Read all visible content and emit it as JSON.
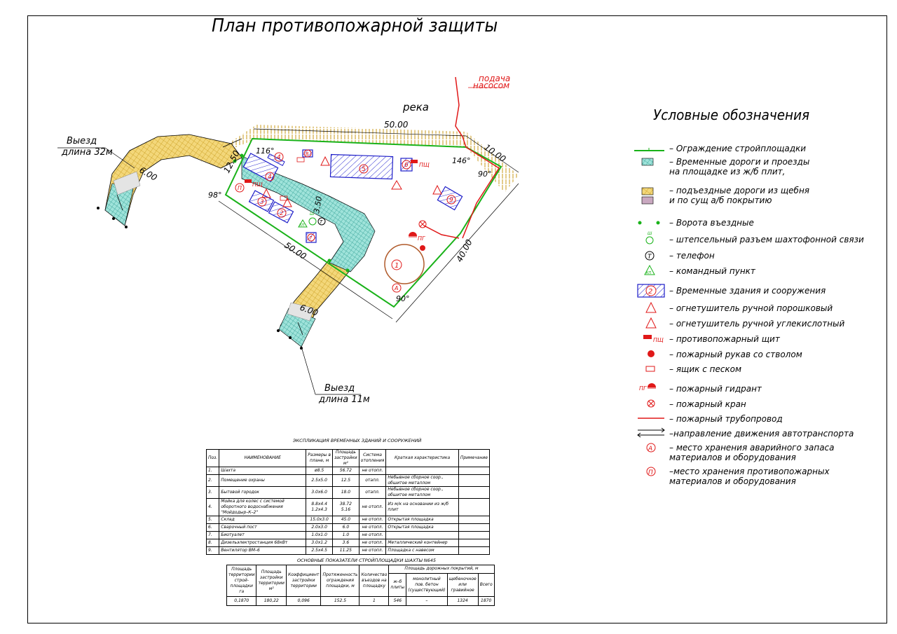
{
  "title": "План противопожарной защиты",
  "map": {
    "river": "река",
    "pump_feed_line1": "подача",
    "pump_feed_line2": "насосом",
    "exit_top_line1": "Выезд",
    "exit_top_line2": "длина 32м",
    "exit_bottom_line1": "Выезд",
    "exit_bottom_line2": "длина 11м",
    "dims": {
      "top": "50.00",
      "top_right": "10.00",
      "left_side": "12.50",
      "bottom_left": "50.00",
      "right_side": "40.00",
      "road_top": "6.00",
      "road_bottom": "6.00",
      "inner": "3.50"
    },
    "angles": {
      "a116": "116°",
      "a146": "146°",
      "a90_right": "90°",
      "a98": "98°",
      "a90_bottom": "90°"
    },
    "labels": {
      "phsh": "ПЩ",
      "pg": "ПГ",
      "kp": "КП",
      "sh": "Ш",
      "n1": "1",
      "n2": "2",
      "n3": "3",
      "n4": "4",
      "n5": "5",
      "n6": "6",
      "n7": "7",
      "n8": "8",
      "n9": "9",
      "A": "А",
      "P": "П",
      "T": "Т"
    }
  },
  "legend": {
    "title": "Условные обозначения",
    "items": [
      {
        "text": "– Ограждение стройплощадки"
      },
      {
        "text": "– Временные дороги и проезды\n  на площадке из ж/б плит,"
      },
      {
        "text": "– подъездные дороги из щебня\n  и по сущ  а/б покрытию"
      },
      {
        "text": "– Ворота въездные"
      },
      {
        "text": "– штепсельный разъем шахтофонной связи"
      },
      {
        "text": "– телефон"
      },
      {
        "text": "– командный пункт"
      },
      {
        "text": "– Временные здания и сооружения"
      },
      {
        "text": "– огнетушитель ручной порошковый"
      },
      {
        "text": "– огнетушитель ручной углекислотный"
      },
      {
        "text": "– противопожарный щит"
      },
      {
        "text": "– пожарный рукав со стволом"
      },
      {
        "text": "– ящик с песком"
      },
      {
        "text": "– пожарный гидрант"
      },
      {
        "text": "– пожарный кран"
      },
      {
        "text": "– пожарный трубопровод"
      },
      {
        "text": "–направление движения автотранспорта"
      },
      {
        "text": "– место хранения аварийного запаса\n  материалов и оборудования"
      },
      {
        "text": "–место хранения противопожарных\n  материалов и оборудования"
      }
    ],
    "symbols": {
      "sh": "Ш",
      "t": "Т",
      "kp": "КП",
      "n2": "2",
      "phsh": "ПЩ",
      "pg": "ПГ",
      "A": "А",
      "P": "П"
    }
  },
  "buildings_table": {
    "caption": "ЭКСПЛИКАЦИЯ ВРЕМЕННЫХ ЗДАНИЙ И СООРУЖЕНИЙ",
    "headers": [
      "Поз.",
      "НАИМЕНОВАНИЕ",
      "Размеры в плане, м",
      "Площадь застройки м²",
      "Система отопления",
      "Краткая характеристика",
      "Примечание"
    ],
    "rows": [
      [
        "1.",
        "Шахта",
        "ø8.5",
        "56.72",
        "не отопл.",
        "",
        ""
      ],
      [
        "2.",
        "Помещение охраны",
        "2.5х5.0",
        "12.5",
        "отапл.",
        "Небывное сборное соор., обшитое металлом",
        ""
      ],
      [
        "3.",
        "Бытовой городок",
        "3.0х6.0",
        "18.0",
        "отапл.",
        "Небывное сборное соор., обшитое металлом",
        ""
      ],
      [
        "4.",
        "Мойка для колес с системой оборотного водоснабжения \"Мойдодыр–К–2\"",
        "8.8х4.4\n1.2х4.3",
        "38.72\n5.16",
        "не отопл.",
        "Из м/к на основании из ж/б плит",
        ""
      ],
      [
        "5.",
        "Склад",
        "15.0х3.0",
        "45.0",
        "не отопл.",
        "Открытая площадка",
        ""
      ],
      [
        "6.",
        "Сварочный пост",
        "2.0х3.0",
        "6.0",
        "не отопл.",
        "Открытая площадка",
        ""
      ],
      [
        "7.",
        "Биотуалет",
        "1.0х1.0",
        "1.0",
        "не отопл.",
        "",
        ""
      ],
      [
        "8.",
        "Дизельэлектростанция 68кВт",
        "3.0х1.2",
        "3.6",
        "не отопл.",
        "Металлический контейнер",
        ""
      ],
      [
        "9.",
        "Вентилятор ВМ–6",
        "2.5х4.5",
        "11.25",
        "не отопл.",
        "Площадка с навесом",
        ""
      ]
    ]
  },
  "indicators_table": {
    "caption": "ОСНОВНЫЕ  ПОКАЗАТЕЛИ  СТРОЙПЛОЩАДКИ ШАХТЫ N645",
    "headers": [
      "Площадь территории строй-площадки га",
      "Площадь застройки территории м²",
      "Коэффициент застройки территории",
      "Протяженность ограждения площадки, м",
      "Количество въездов на площадку",
      "Площадь дорожных покрытий, м"
    ],
    "sub_headers": [
      "ж–б плиты",
      "монолитный пов. бетон (существующий)",
      "щебеночное или гравийное",
      "Всего"
    ],
    "values": [
      "0,1870",
      "180,22",
      "0,096",
      "152.5",
      "1",
      "546",
      "–",
      "1324",
      "1870"
    ]
  },
  "colors": {
    "fence": "#19b219",
    "road_gravel": "#e8c24a",
    "road_slab": "#7fd6c8",
    "building": "#1d1dc8",
    "fire": "#e01818",
    "pipe": "#e01818"
  }
}
